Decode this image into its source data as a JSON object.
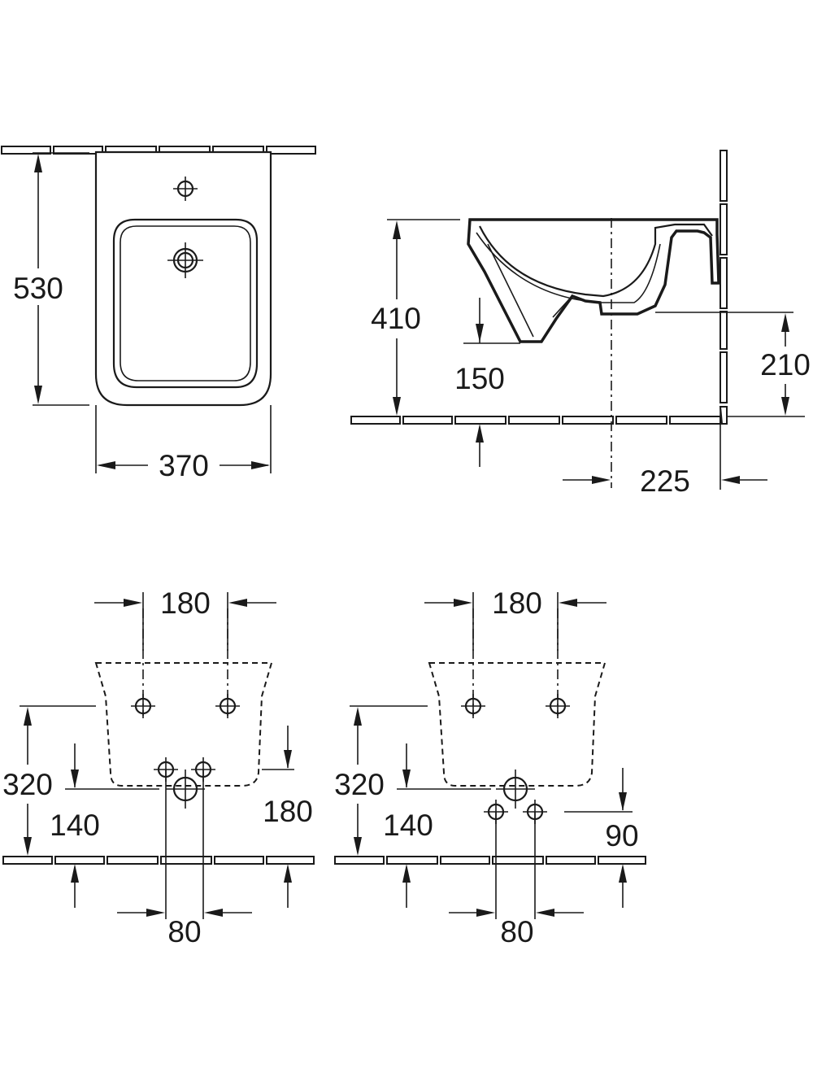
{
  "views": {
    "top": {
      "length": "530",
      "width": "370"
    },
    "side": {
      "height": "410",
      "bowl_depth": "150",
      "inlet_height": "210",
      "wall_offset": "225"
    },
    "rear_left": {
      "fixing_spacing": "180",
      "fixing_height": "320",
      "supply_height": "140",
      "waste_height": "180",
      "supply_spacing": "80"
    },
    "rear_right": {
      "fixing_spacing": "180",
      "fixing_height": "320",
      "supply_height": "140",
      "supply_drop": "90",
      "supply_spacing": "80"
    }
  },
  "colors": {
    "line": "#1a1a1a",
    "background": "#ffffff"
  }
}
